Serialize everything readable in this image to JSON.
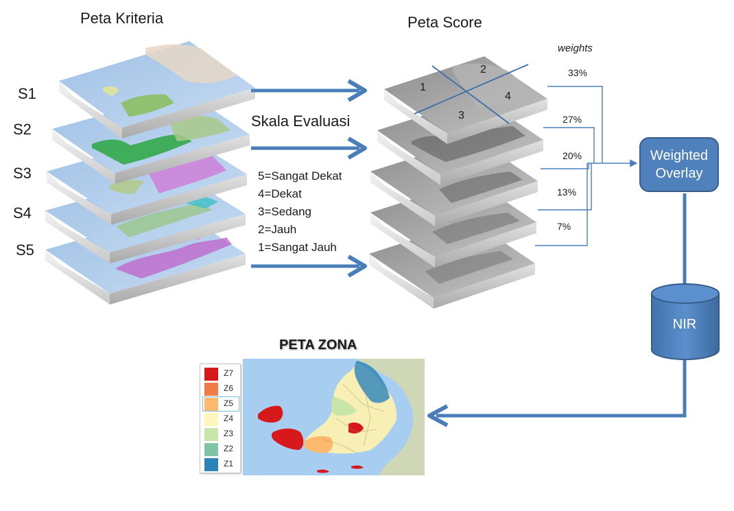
{
  "titles": {
    "kriteria": "Peta Kriteria",
    "score": "Peta Score",
    "zona": "PETA ZONA"
  },
  "criteria_labels": [
    "S1",
    "S2",
    "S3",
    "S4",
    "S5"
  ],
  "scale": {
    "heading": "Skala Evaluasi",
    "lines": [
      "5=Sangat Dekat",
      "4=Dekat",
      "3=Sedang",
      "2=Jauh",
      "1=Sangat Jauh"
    ]
  },
  "weights": {
    "header": "weights",
    "values": [
      "33%",
      "27%",
      "20%",
      "13%",
      "7%"
    ]
  },
  "quadrants": [
    "1",
    "2",
    "3",
    "4"
  ],
  "process": {
    "overlay_line1": "Weighted",
    "overlay_line2": "Overlay",
    "database": "NIR"
  },
  "legend": [
    {
      "label": "Z7",
      "color": "#d7191c"
    },
    {
      "label": "Z6",
      "color": "#f07c4a"
    },
    {
      "label": "Z5",
      "color": "#fdb96e"
    },
    {
      "label": "Z4",
      "color": "#fdf7bd"
    },
    {
      "label": "Z3",
      "color": "#c7e6a8"
    },
    {
      "label": "Z2",
      "color": "#80c4a6"
    },
    {
      "label": "Z1",
      "color": "#2b83ba"
    }
  ],
  "colors": {
    "arrow": "#4a7ebb",
    "box_fill": "#4f81bd",
    "box_stroke": "#385d8a",
    "layer_top": "#a9c6e8",
    "score_layer": "#9a9a9a",
    "sea": "#a7cdf1"
  }
}
